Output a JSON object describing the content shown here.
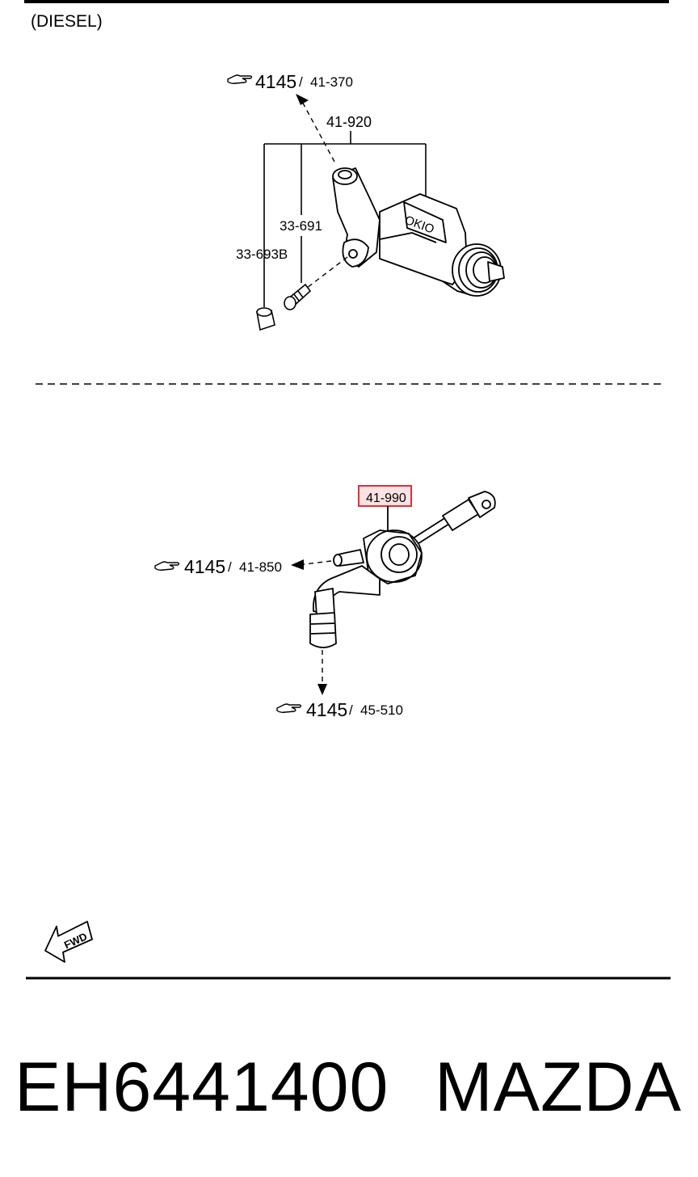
{
  "header": {
    "variant_label": "(DIESEL)"
  },
  "upper_assembly": {
    "ref_top": {
      "group": "4145",
      "ref": "41-370"
    },
    "part_main": "41-920",
    "part_nut": "33-691",
    "part_cap": "33-693B"
  },
  "lower_assembly": {
    "part_highlighted": "41-990",
    "ref_left": {
      "group": "4145",
      "ref": "41-850"
    },
    "ref_bottom": {
      "group": "4145",
      "ref": "45-510"
    }
  },
  "fwd_label": "FWD",
  "footer": {
    "part_number": "EH6441400",
    "brand": "MAZDA"
  },
  "colors": {
    "highlight_border": "#e0303a",
    "highlight_fill": "#fde2e4",
    "ink": "#000000"
  }
}
